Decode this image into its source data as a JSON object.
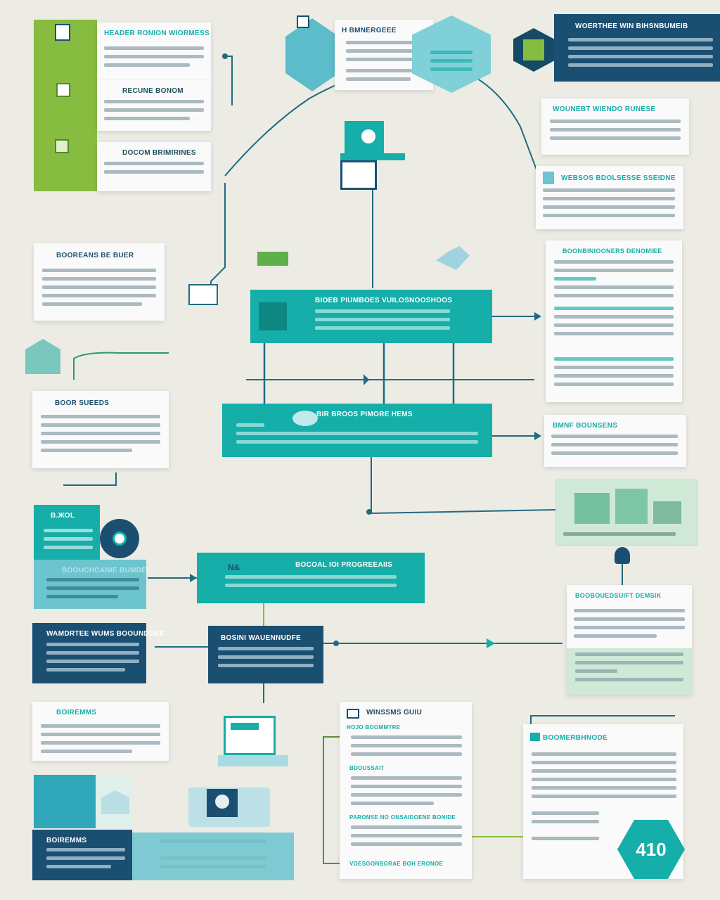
{
  "colors": {
    "teal": "#15aea9",
    "navy": "#1b4f72",
    "green": "#86bc3f",
    "aqua": "#6cc4cf",
    "mint": "#cfe9d6",
    "paper": "#fafafa",
    "background": "#ecebe4"
  },
  "left_column": {
    "card1_title": "HEADER RONION WIORMESS",
    "card2_title": "RECUNE BONOM",
    "card3_title": "DOCOM BRIMIRINES",
    "card4_title": "BOOREANS BE BUER",
    "card5_title": "BOOR SUEEDS",
    "card6_title": "B.ЖОL",
    "card7_title": "BOOUCHCANIE BUMDEN",
    "card8_title": "WAMDRTEE WUMS BOOUNDOEE",
    "card9_title": "BOIREMMS"
  },
  "top": {
    "hex_title": "H BMNERGEEE"
  },
  "right_column": {
    "card1_title": "WOERTHEE WIN BIHSNBUMEIB",
    "card2_title": "WOUNEBT WIENDO RUNESE",
    "card3_title": "WEBSOS BDOLSESSE SSEIDNE",
    "card4_title": "BOONBINIOONERS DENOMIEE",
    "card5_title": "BMNF BOUNSENS",
    "card6_title": "BOOBOUEDSUIFT DEMSIK",
    "card7_title": "BOOMERBHNODE",
    "badge_label": "410"
  },
  "center": {
    "box1_title": "BIOEB PIUMBOES VUILOSNOOSHOOS",
    "box2_title": "BIR BROOS PIMORE HEMS",
    "box3_title": "BOCOAL IOI PROGREEAIIS",
    "box3_badge": "N&",
    "box4_title": "BOSINI WAUENNUDFE",
    "doc_title": "WINSSMS GUIU",
    "doc_sec1": "HOJO BOOMMTRE",
    "doc_sec2": "BDOUSSAIT",
    "doc_sec3": "PARONSE NO ONSAIDOENE BONIDE",
    "doc_sec4": "VOESGONBORAE BOH ERONOE"
  }
}
